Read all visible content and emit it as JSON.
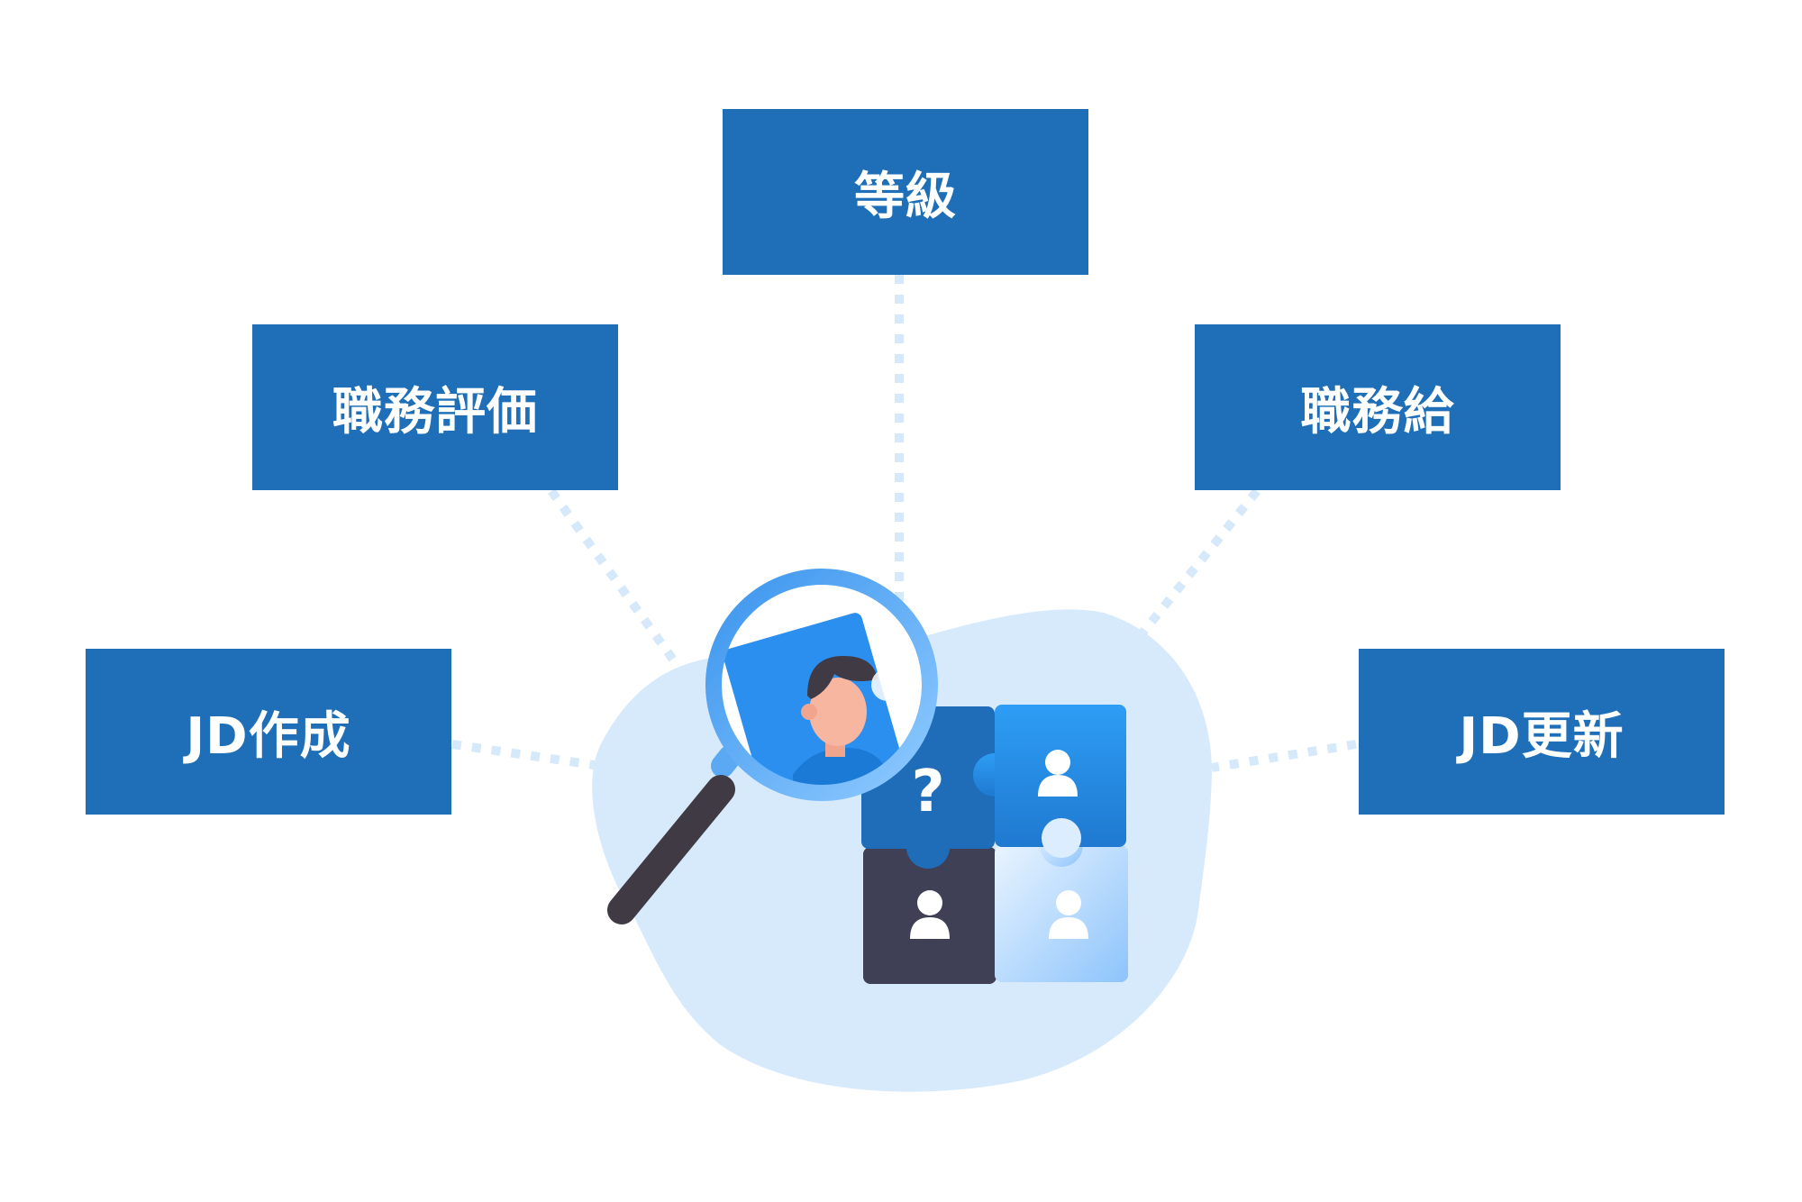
{
  "labels": {
    "grade": "等級",
    "evaluation": "職務評価",
    "salary": "職務給",
    "jd_create": "JD作成",
    "jd_update": "JD更新"
  },
  "puzzle": {
    "question_mark": "?"
  },
  "colors": {
    "box": "#1e6fb7",
    "box_text": "#ffffff",
    "connector": "#d6e9fb",
    "blob": "#d7eafc",
    "puzzle_blue": "#1f7ad0",
    "puzzle_light_blue": "#2b9af3",
    "puzzle_dark": "#3f3f55",
    "puzzle_pale": "#cfe6fd",
    "magnifier_ring": "#5aa9f2",
    "magnifier_handle": "#3f3a44"
  }
}
